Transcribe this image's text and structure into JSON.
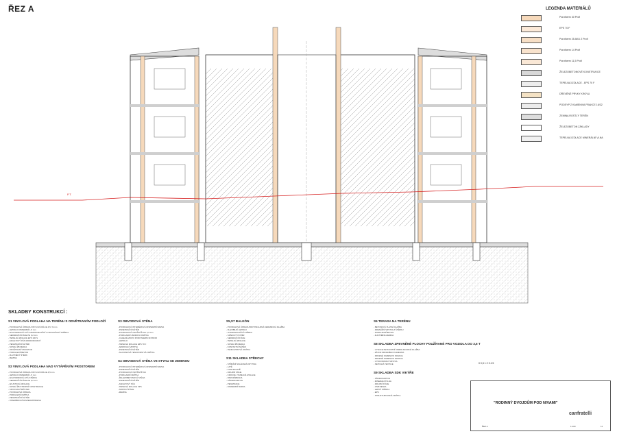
{
  "sheet_title": "ŘEZ A",
  "legend": {
    "title": "LEGENDA MATERIÁLŮ",
    "items": [
      {
        "label": "Porotherm 30 Profi",
        "color": "#f6d9bb"
      },
      {
        "label": "EPS 70 F",
        "color": "#fbe9d8"
      },
      {
        "label": "Porotherm 25 AKU Z Profi",
        "color": "#f7dfc6"
      },
      {
        "label": "Porotherm 14 Profi",
        "color": "#f9e3cd"
      },
      {
        "label": "Porotherm 11,5 Profi",
        "color": "#fae8d6"
      },
      {
        "label": "ŽELEZOBETONOVÉ KONSTRUKCE",
        "color": "#d8d8d8"
      },
      {
        "label": "TEPELNÁ IZOLACE - EPS 70 F",
        "color": "#eeeeee"
      },
      {
        "label": "DŘEVĚNÉ PRVKY KROVU",
        "color": "#f4e2c4"
      },
      {
        "label": "PODSYP Z KAMENIVA FRAKCE 16/32",
        "color": "#ececec"
      },
      {
        "label": "ZEMINA ROSTLÝ TERÉN",
        "color": "#dddddd"
      },
      {
        "label": "ŽELEZOBETON ZÁKLADY",
        "color": "#ffffff"
      },
      {
        "label": "TEPELNÁ IZOLACE MINERÁLNÍ VLNA",
        "color": "#f1f1f1"
      }
    ]
  },
  "drawing": {
    "terrain_label": "P.T.",
    "terrain_color": "#d62020",
    "wall_color": "#f6d9bb"
  },
  "compositions": {
    "title": "SKLADBY KONSTRUKCÍ :",
    "columns": [
      {
        "blocks": [
          {
            "heading": "S1  VINYLOVÁ PODLAHA NA TERÉNU S ODVĚTRANÝM PODLOŽÍ",
            "lines": [
              "- POVRCHOVÁ ÚPRAVA VINYLOVÁ DÍLCE 4,5 / 9 mm",
              "- LEPIDLO DISPERZNÍ 1,5 mm",
              "- ANHYDRIDOVÁ LITÁ SAMONIVELAČNÍ VYROVNÁVACÍ STĚRKA",
              "- SEPARAČNÍ FÓLIE PE 0,2 mm",
              "- TEPELNÁ IZOLACE EPS 100 S",
              "- ASFALTOVÝ PÁS MODIFIKOVANÝ",
              "- PENETRAČNÍ NÁTĚR",
              "- NOSNÁ ŽB DESKA",
              "- ODVĚTRANÝ PROSTOR",
              "- PODKLADNÍ BETON",
              "- ZHUTNĚNÝ ŠTĚRK",
              "- ZEMINA"
            ]
          },
          {
            "heading": "S2  VINYLOVÁ PODLAHA NAD VYTÁPĚNÝM PROSTOREM",
            "lines": [
              "- POVRCHOVÁ ÚPRAVA VINYLOVÁ DÍLCE 4,5 mm",
              "- LEPIDLO DISPERZNÍ 1,5 mm",
              "- ANHYDRIDOVÁ LITÁ STĚRKA",
              "- SEPARAČNÍ FÓLIE PE 0,2 mm",
              "- AKUSTICKÁ IZOLACE",
              "- NOSNÁ ŽB STROPNÍ KONSTRUKCE",
              "- SPOJOVACÍ MŮSTEK",
              "- POVRCHOVÁ ÚPRAVA",
              "- PODKLADNÍ OMÍTKA",
              "- PENETRAČNÍ NÁTĚR",
              "- INTERIÉROVÁ DISPERZNÍ BARVA"
            ]
          }
        ]
      },
      {
        "blocks": [
          {
            "heading": "S3  OBVODOVÁ STĚNA",
            "lines": [
              "- POVRCHOVÁ INTERIÉROVÁ DISPERZNÍ BARVA",
              "- PENETRAČNÍ NÁTĚR",
              "- POVRCHOVÁ VNITŘNÍ ŠTUK 2,5 mm",
              "- PODKLADNÍ JÁDROVÁ OMÍTKA",
              "- CIHELNÉ ZDIVO POROTHERM 30 PROFI",
              "- LEPIDLO",
              "- TEPELNÁ IZOLACE EPS 70 F",
              "- ARMOVACÍ VRSTVA",
              "- PENETRAČNÍ NÁTĚR",
              "- SILIKONOVÁ TENKOVRSTVÁ OMÍTKA"
            ]
          },
          {
            "heading": "S4  OBVODOVÁ STĚNA VE STYKU SE ZEMINOU",
            "lines": [
              "- POVRCHOVÁ INTERIÉROVÁ DISPERZNÍ BARVA",
              "- PENETRAČNÍ NÁTĚR",
              "- POVRCHOVÁ VNITŘNÍ ŠTUK",
              "- PODKLADNÍ OMÍTKA",
              "- ŽELEZOBETONOVÁ STĚNA",
              "- PENETRAČNÍ NÁTĚR",
              "- ASFALTOVÝ PÁS",
              "- TEPELNÁ IZOLACE XPS",
              "- NOPOVÁ FÓLIE",
              "- ZEMINA"
            ]
          }
        ]
      },
      {
        "blocks": [
          {
            "heading": "S5,S7  BALKÓN",
            "lines": [
              "- POVRCHOVÁ ÚPRAVA PROTISKLUZNÁ KERAMICKÁ DLAŽBA",
              "- FLEXIBILNÍ LEPIDLO",
              "- HYDROIZOLAČNÍ STĚRKA",
              "- SPÁDOVÝ POTĚR",
              "- SEPARAČNÍ FÓLIE",
              "- TEPELNÁ IZOLACE",
              "- NOSNÁ ŽB DESKA",
              "- KONTAKTNÍ NÁTĚR",
              "- TENKOVRSTVÁ OMÍTKA"
            ]
          },
          {
            "heading": "S11  SKLADBA STŘECHY",
            "lines": [
              "- STŘEŠNÍ SKLÁDANÁ KRYTINA",
              "- LATĚ",
              "- KONTRALATĚ",
              "- DIFUZNÍ FÓLIE",
              "- KROKVE / TEPELNÁ IZOLACE",
              "- PAROZÁBRANA",
              "- SÁDROKARTON",
              "- PENETRACE",
              "- DISPERZNÍ BARVA"
            ]
          }
        ]
      },
      {
        "blocks": [
          {
            "heading": "S6  TERASA NA TERÉNU",
            "lines": [
              "- BETONOVÁ VLASNÍ DLAŽBA",
              "- DRENÁŽNÍ VRSTVA Z ŠTĚRKU",
              "- PODKLADNÍ BETON",
              "- ZHUTNĚNÁ ZEMINA"
            ]
          },
          {
            "heading": "S8  SKLADBA ZPEVNĚNÉ PLOCHY POUŽÍVANÉ PRO VOZIDLA DO 3,5 T",
            "lines": [
              "- VYSOCE PEVNOSTNÍ VIBROLISOVANÁ DLAŽBA",
              "- ZÁVOZ DRCENÉHO KAMENIVA",
              "- DRCENÉ KAMENIVO FRAKCE",
              "- DRCENÉ KAMENIVO FRAKCE",
              "- VYROVNÁVACÍ VRSTVA",
              "- NETKANÁ TEXTILIE"
            ]
          },
          {
            "heading": "S9  SKLADBA SDK VIKÝŘE",
            "lines": [
              "- SÁDROKARTON",
              "- MINERÁLNÍ VLNA",
              "- DIFUZNÍ FÓLIE",
              "- OSB DESKA",
              "- LEPICÍ STĚRKA",
              "- EPS",
              "- STRUKTUROVANÁ OMÍTKA"
            ]
          }
        ]
      }
    ]
  },
  "title_block": {
    "scale_text": "1:100",
    "project": "\"RODINNÝ DVOJDŮM POD NIVAMI\"",
    "drawing_name": "ŘEZ A",
    "sheet_number": "11",
    "logo": "canfratelli",
    "scale_bar": "0 0,5 1 2 3 4 5"
  }
}
